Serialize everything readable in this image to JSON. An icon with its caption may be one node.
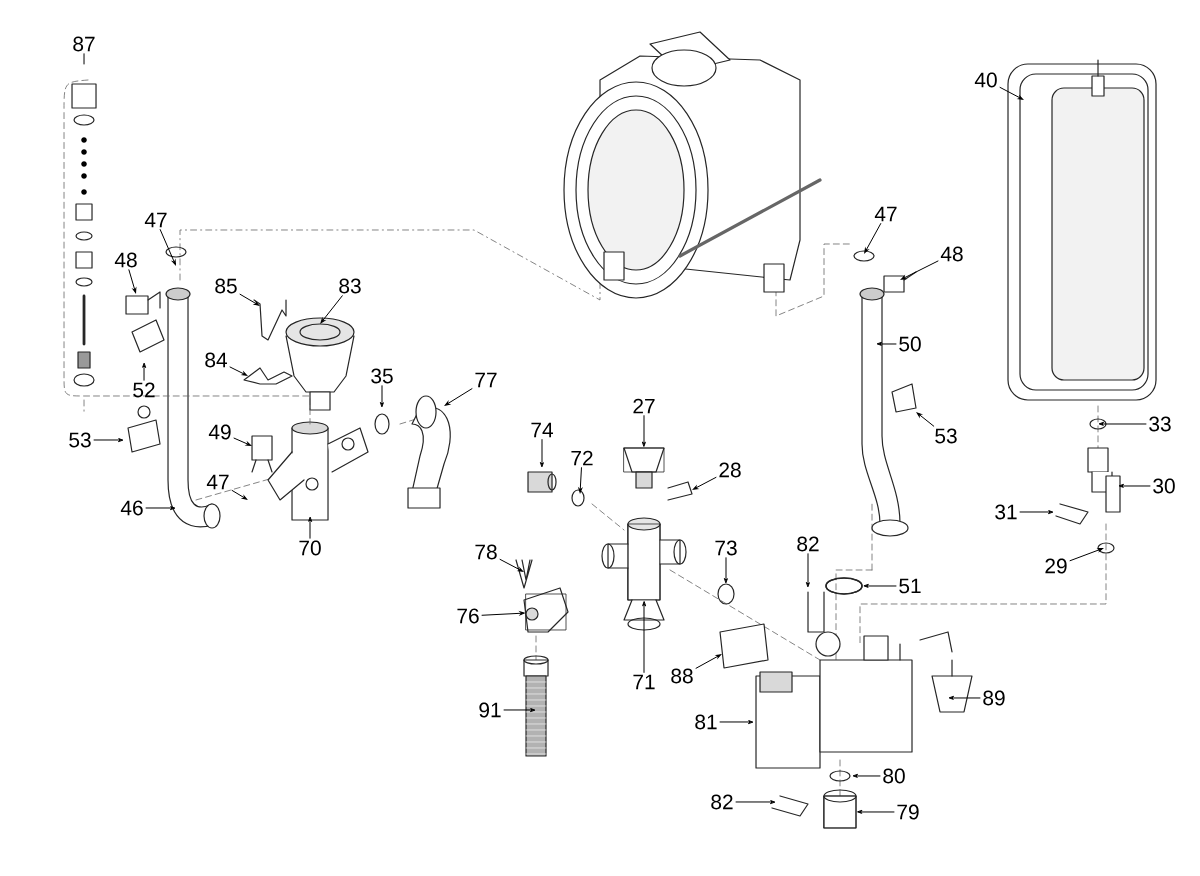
{
  "diagram": {
    "nodes": [
      {
        "text": [
          "87"
        ]
      },
      {
        "text": [
          "47"
        ]
      },
      {
        "text": [
          "48"
        ]
      },
      {
        "text": [
          "85"
        ]
      },
      {
        "text": [
          "83"
        ]
      },
      {
        "text": [
          "84"
        ]
      },
      {
        "text": [
          "52"
        ]
      },
      {
        "text": [
          "35"
        ]
      },
      {
        "text": [
          "77"
        ]
      },
      {
        "text": [
          "53"
        ]
      },
      {
        "text": [
          "49"
        ]
      },
      {
        "text": [
          "47"
        ]
      },
      {
        "text": [
          "46"
        ]
      },
      {
        "text": [
          "70"
        ]
      },
      {
        "text": [
          "74"
        ]
      },
      {
        "text": [
          "72"
        ]
      },
      {
        "text": [
          "27"
        ]
      },
      {
        "text": [
          "28"
        ]
      },
      {
        "text": [
          "78"
        ]
      },
      {
        "text": [
          "73"
        ]
      },
      {
        "text": [
          "76"
        ]
      },
      {
        "text": [
          "71"
        ]
      },
      {
        "text": [
          "91"
        ]
      },
      {
        "text": [
          "88"
        ]
      },
      {
        "text": [
          "82"
        ]
      },
      {
        "text": [
          "51"
        ]
      },
      {
        "text": [
          "81"
        ]
      },
      {
        "text": [
          "89"
        ]
      },
      {
        "text": [
          "80"
        ]
      },
      {
        "text": [
          "82"
        ]
      },
      {
        "text": [
          "79"
        ]
      },
      {
        "text": [
          "40"
        ]
      },
      {
        "text": [
          "47"
        ]
      },
      {
        "text": [
          "48"
        ]
      },
      {
        "text": [
          "50"
        ]
      },
      {
        "text": [
          "53"
        ]
      },
      {
        "text": [
          "33"
        ]
      },
      {
        "text": [
          "30"
        ]
      },
      {
        "text": [
          "31"
        ]
      },
      {
        "text": [
          "29"
        ]
      },
      {
        "text": [],
        "shape": "box"
      },
      {
        "text": [],
        "shape": "box"
      },
      {
        "text": [],
        "shape": "box"
      },
      {
        "text": [],
        "shape": "ring"
      },
      {
        "text": [],
        "shape": "box"
      }
    ],
    "edges": [
      {
        "from": 0,
        "to": null,
        "arrow": "none"
      },
      {
        "from": 1,
        "to": null,
        "arrow": "to"
      },
      {
        "from": 2,
        "to": null,
        "arrow": "to"
      },
      {
        "from": 3,
        "to": null,
        "arrow": "to"
      },
      {
        "from": 4,
        "to": null,
        "arrow": "to"
      },
      {
        "from": 5,
        "to": null,
        "arrow": "to"
      },
      {
        "from": 6,
        "to": null,
        "arrow": "to"
      },
      {
        "from": 7,
        "to": null,
        "arrow": "to"
      },
      {
        "from": 8,
        "to": null,
        "arrow": "to"
      },
      {
        "from": 9,
        "to": null,
        "arrow": "to"
      },
      {
        "from": 10,
        "to": null,
        "arrow": "to"
      },
      {
        "from": 11,
        "to": null,
        "arrow": "to"
      },
      {
        "from": 12,
        "to": null,
        "arrow": "to"
      },
      {
        "from": 13,
        "to": null,
        "arrow": "to"
      },
      {
        "from": 14,
        "to": null,
        "arrow": "to"
      },
      {
        "from": 15,
        "to": null,
        "arrow": "to"
      },
      {
        "from": 16,
        "to": 40,
        "arrow": "to"
      },
      {
        "from": 17,
        "to": null,
        "arrow": "to"
      },
      {
        "from": 18,
        "to": null,
        "arrow": "to"
      },
      {
        "from": 19,
        "to": null,
        "arrow": "to"
      },
      {
        "from": 20,
        "to": 41,
        "arrow": "to"
      },
      {
        "from": 21,
        "to": 42,
        "arrow": "to"
      },
      {
        "from": 22,
        "to": null,
        "arrow": "to"
      },
      {
        "from": 23,
        "to": null,
        "arrow": "to"
      },
      {
        "from": 24,
        "to": null,
        "arrow": "to"
      },
      {
        "from": 25,
        "to": 43,
        "arrow": "to"
      },
      {
        "from": 26,
        "to": null,
        "arrow": "to"
      },
      {
        "from": 27,
        "to": null,
        "arrow": "to"
      },
      {
        "from": 28,
        "to": null,
        "arrow": "to"
      },
      {
        "from": 29,
        "to": null,
        "arrow": "to"
      },
      {
        "from": 30,
        "to": 44,
        "arrow": "to"
      },
      {
        "from": 31,
        "to": null,
        "arrow": "to"
      },
      {
        "from": 32,
        "to": null,
        "arrow": "to"
      },
      {
        "from": 33,
        "to": null,
        "arrow": "to"
      },
      {
        "from": 34,
        "to": null,
        "arrow": "to"
      },
      {
        "from": 35,
        "to": null,
        "arrow": "to"
      },
      {
        "from": 36,
        "to": null,
        "arrow": "to"
      },
      {
        "from": 37,
        "to": null,
        "arrow": "to"
      },
      {
        "from": 38,
        "to": null,
        "arrow": "to"
      },
      {
        "from": 39,
        "to": null,
        "arrow": "to"
      }
    ]
  }
}
